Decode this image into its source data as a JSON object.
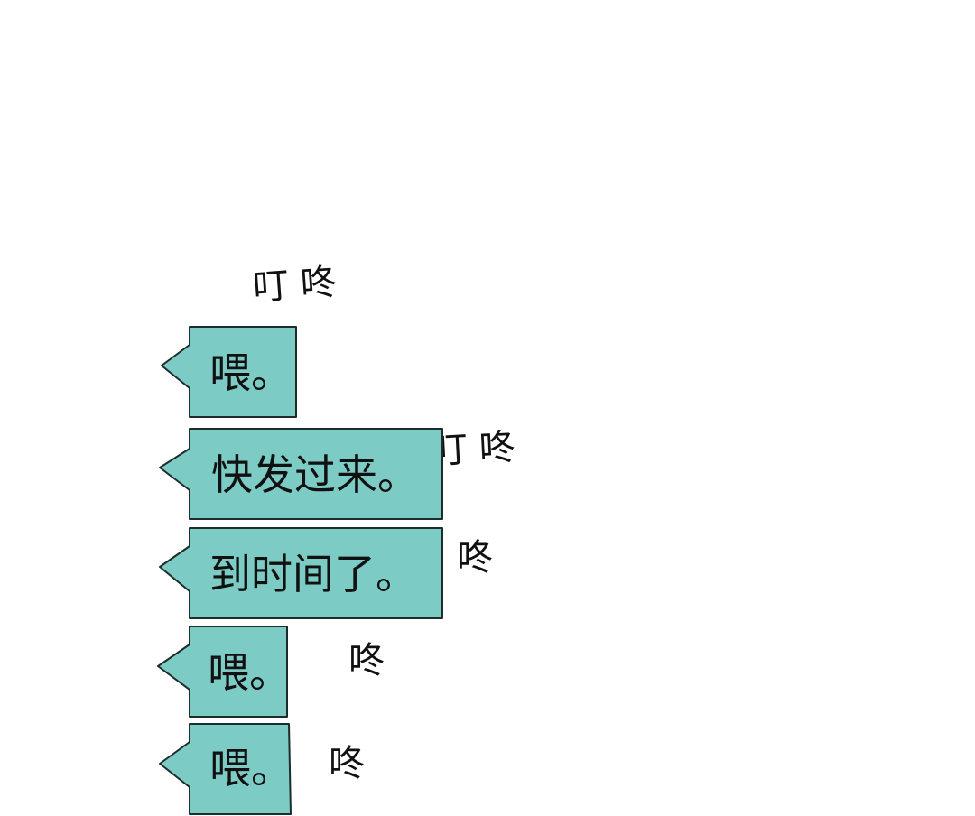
{
  "colors": {
    "bubble_fill": "#7ccbc5",
    "bubble_stroke": "#1d2d2b",
    "text": "#111111",
    "background": "#ffffff"
  },
  "sfx": {
    "ding_dong_top": "叮 咚",
    "ding_dong_mid": "叮 咚",
    "dong_1": "咚",
    "dong_2": "咚",
    "dong_3": "咚"
  },
  "messages": [
    {
      "text": "喂。"
    },
    {
      "text": "快发过来。"
    },
    {
      "text": "到时间了。"
    },
    {
      "text": "喂。"
    },
    {
      "text": "喂。"
    }
  ]
}
